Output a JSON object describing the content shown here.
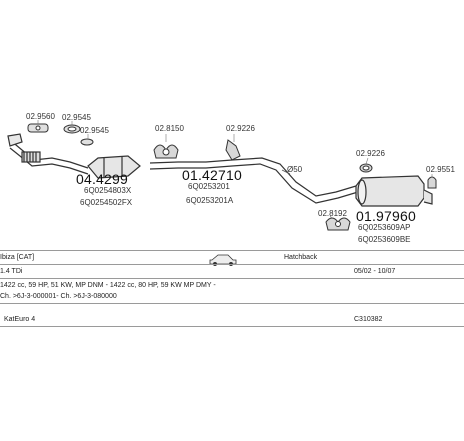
{
  "parts": {
    "p_029560": "02.9560",
    "p_029545_a": "02.9545",
    "p_029545_b": "02.9545",
    "p_044299": "04.4299",
    "p_044299_oem1": "6Q0254803X",
    "p_044299_oem2": "6Q0254502FX",
    "p_028150": "02.8150",
    "p_029226": "02.9226",
    "p_142710": "01.42710",
    "p_142710_oem1": "6Q0253201",
    "p_142710_oem2": "6Q0253201A",
    "p_450": "Ø50",
    "p_029226_b": "02.9226",
    "p_029551": "02.9551",
    "p_028192": "02.8192",
    "p_197960": "01.97960",
    "p_197960_oem1": "6Q0253609AP",
    "p_197960_oem2": "6Q0253609BE"
  },
  "info": {
    "model": "Ibiza [CAT]",
    "body": "Hatchback",
    "engine": "1.4 TDi",
    "dates": "05/02 - 10/07",
    "specs": "1422 cc, 59 HP, 51 KW, MP DNM - 1422 cc, 80 HP, 59 KW MP DMY -",
    "chassis": "Ch. >6J-3-000001- Ch. >6J-3-080000",
    "catalyst": "KatEuro 4",
    "code": "C310382"
  }
}
